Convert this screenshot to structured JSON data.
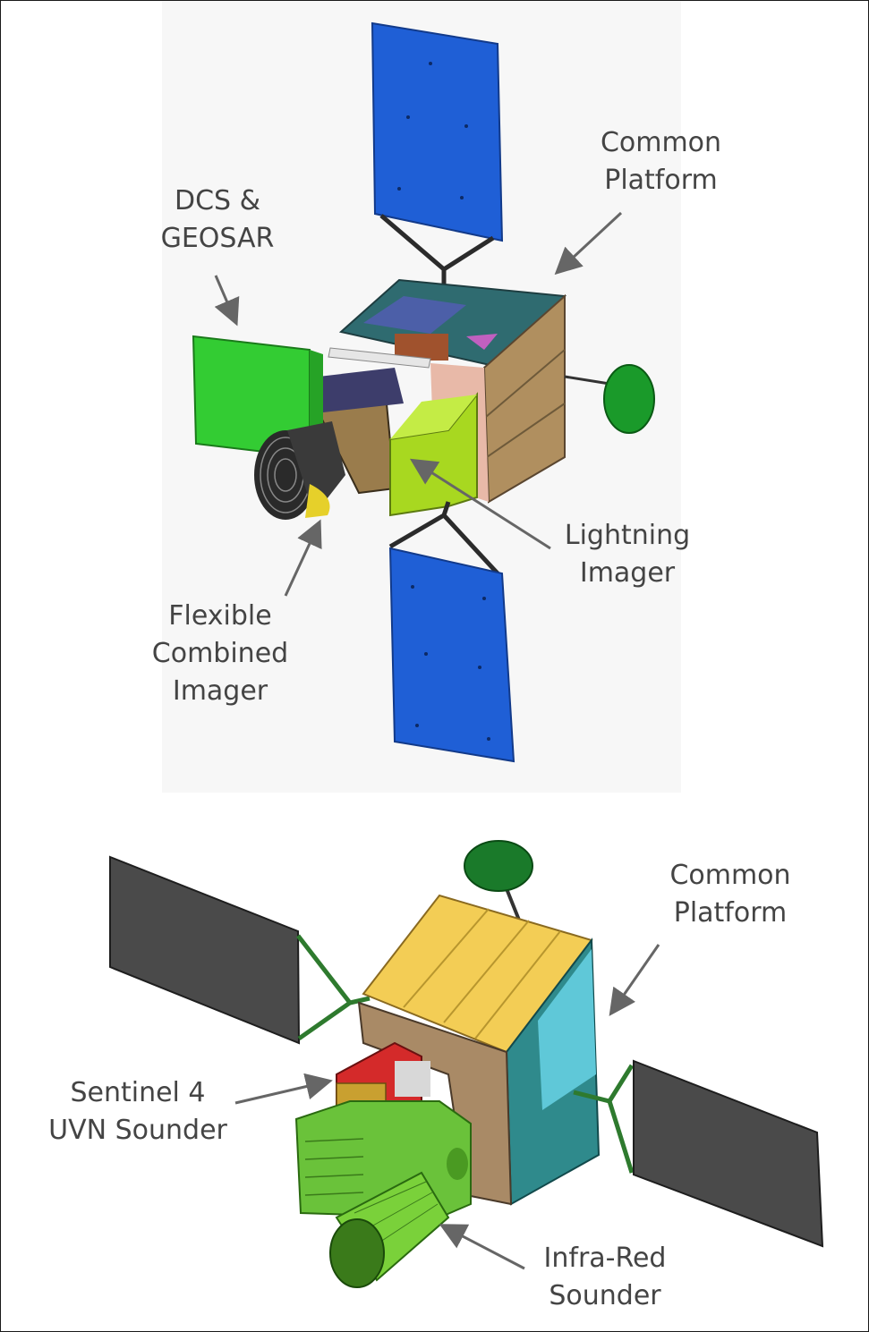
{
  "figure": {
    "top": {
      "labels": {
        "common_platform": "Common\nPlatform",
        "dcs_geosar": "DCS &\nGEOSAR",
        "lightning_imager": "Lightning\nImager",
        "flexible_combined_imager": "Flexible\nCombined\nImager"
      }
    },
    "bottom": {
      "labels": {
        "common_platform": "Common\nPlatform",
        "sentinel4_uvn_sounder": "Sentinel 4\nUVN Sounder",
        "infra_red_sounder": "Infra-Red\nSounder"
      }
    }
  },
  "colors": {
    "solar_panel_blue": "#1f5fd6",
    "solar_panel_dark": "#4a4a4a",
    "instrument_green": "#33cc33",
    "lightning_green": "#a8d820",
    "antenna_green": "#1a9a2a",
    "platform_yellow": "#f3cd55",
    "platform_teal": "#2f8a8c",
    "label_text": "#444444",
    "arrow": "#666666"
  }
}
